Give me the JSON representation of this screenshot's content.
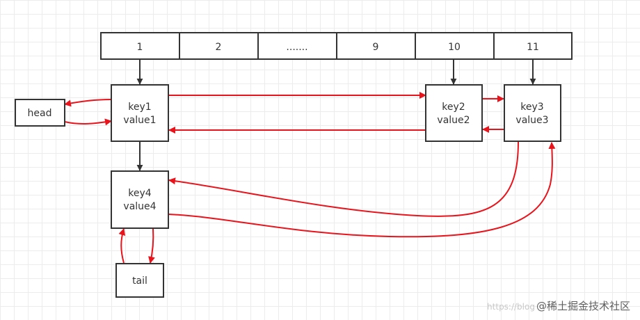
{
  "table": {
    "cells": [
      "1",
      "2",
      ".......",
      "9",
      "10",
      "11"
    ]
  },
  "nodes": {
    "head": "head",
    "tail": "tail",
    "key1": {
      "key": "key1",
      "value": "value1"
    },
    "key2": {
      "key": "key2",
      "value": "value2"
    },
    "key3": {
      "key": "key3",
      "value": "value3"
    },
    "key4": {
      "key": "key4",
      "value": "value4"
    }
  },
  "watermark": {
    "url": "https://blog",
    "brand": "@稀土掘金技术社区"
  },
  "colors": {
    "box_stroke": "#333333",
    "link_arrow": "#333333",
    "list_arrow": "#e8131b"
  }
}
